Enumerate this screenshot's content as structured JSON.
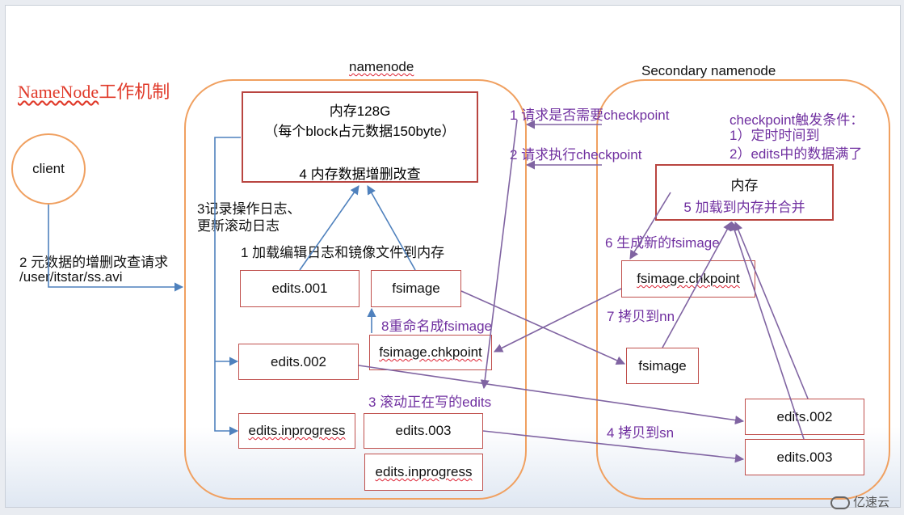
{
  "title": {
    "en": "NameNode",
    "cn": "工作机制"
  },
  "groups": {
    "namenode_label": "namenode",
    "secondary_label": "Secondary namenode"
  },
  "client": {
    "label": "client"
  },
  "client_request": {
    "line1": "2 元数据的增删改查请求",
    "line2": "/user/itstar/ss.avi"
  },
  "nn_memory": {
    "line1": "内存128G",
    "line2": "（每个block占元数据150byte）",
    "line3": "4 内存数据增删改查"
  },
  "nn_notes": {
    "log_line1": "3记录操作日志、",
    "log_line2": "更新滚动日志",
    "load": "1 加载编辑日志和镜像文件到内存",
    "rename": "8重命名成fsimage",
    "roll": "3 滚动正在写的edits"
  },
  "nn_files": {
    "edits001": "edits.001",
    "fsimage": "fsimage",
    "edits002": "edits.002",
    "fsimage_chkpoint": "fsimage.chkpoint",
    "edits_inprogress_left": "edits.inprogress",
    "edits003": "edits.003",
    "edits_inprogress_bottom": "edits.inprogress"
  },
  "requests": {
    "ask": "1 请求是否需要checkpoint",
    "exec": "2 请求执行checkpoint"
  },
  "trigger": {
    "title": "checkpoint触发条件：",
    "c1": "1）定时时间到",
    "c2": "2）edits中的数据满了"
  },
  "sn_memory": {
    "line1": "内存",
    "line2": "5 加载到内存并合并"
  },
  "sn_notes": {
    "gen": "6 生成新的fsimage",
    "copy_nn": "7 拷贝到nn",
    "copy_sn": "4 拷贝到sn"
  },
  "sn_files": {
    "fsimage_chkpoint": "fsimage.chkpoint",
    "fsimage": "fsimage",
    "edits002": "edits.002",
    "edits003": "edits.003"
  },
  "watermark": "亿速云",
  "colors": {
    "accent_orange": "#f0a060",
    "box_red": "#b94540",
    "arrow_blue": "#4f81bd",
    "arrow_purple": "#8064a2",
    "text_purple": "#7030a0",
    "title_red": "#e03a2a"
  }
}
